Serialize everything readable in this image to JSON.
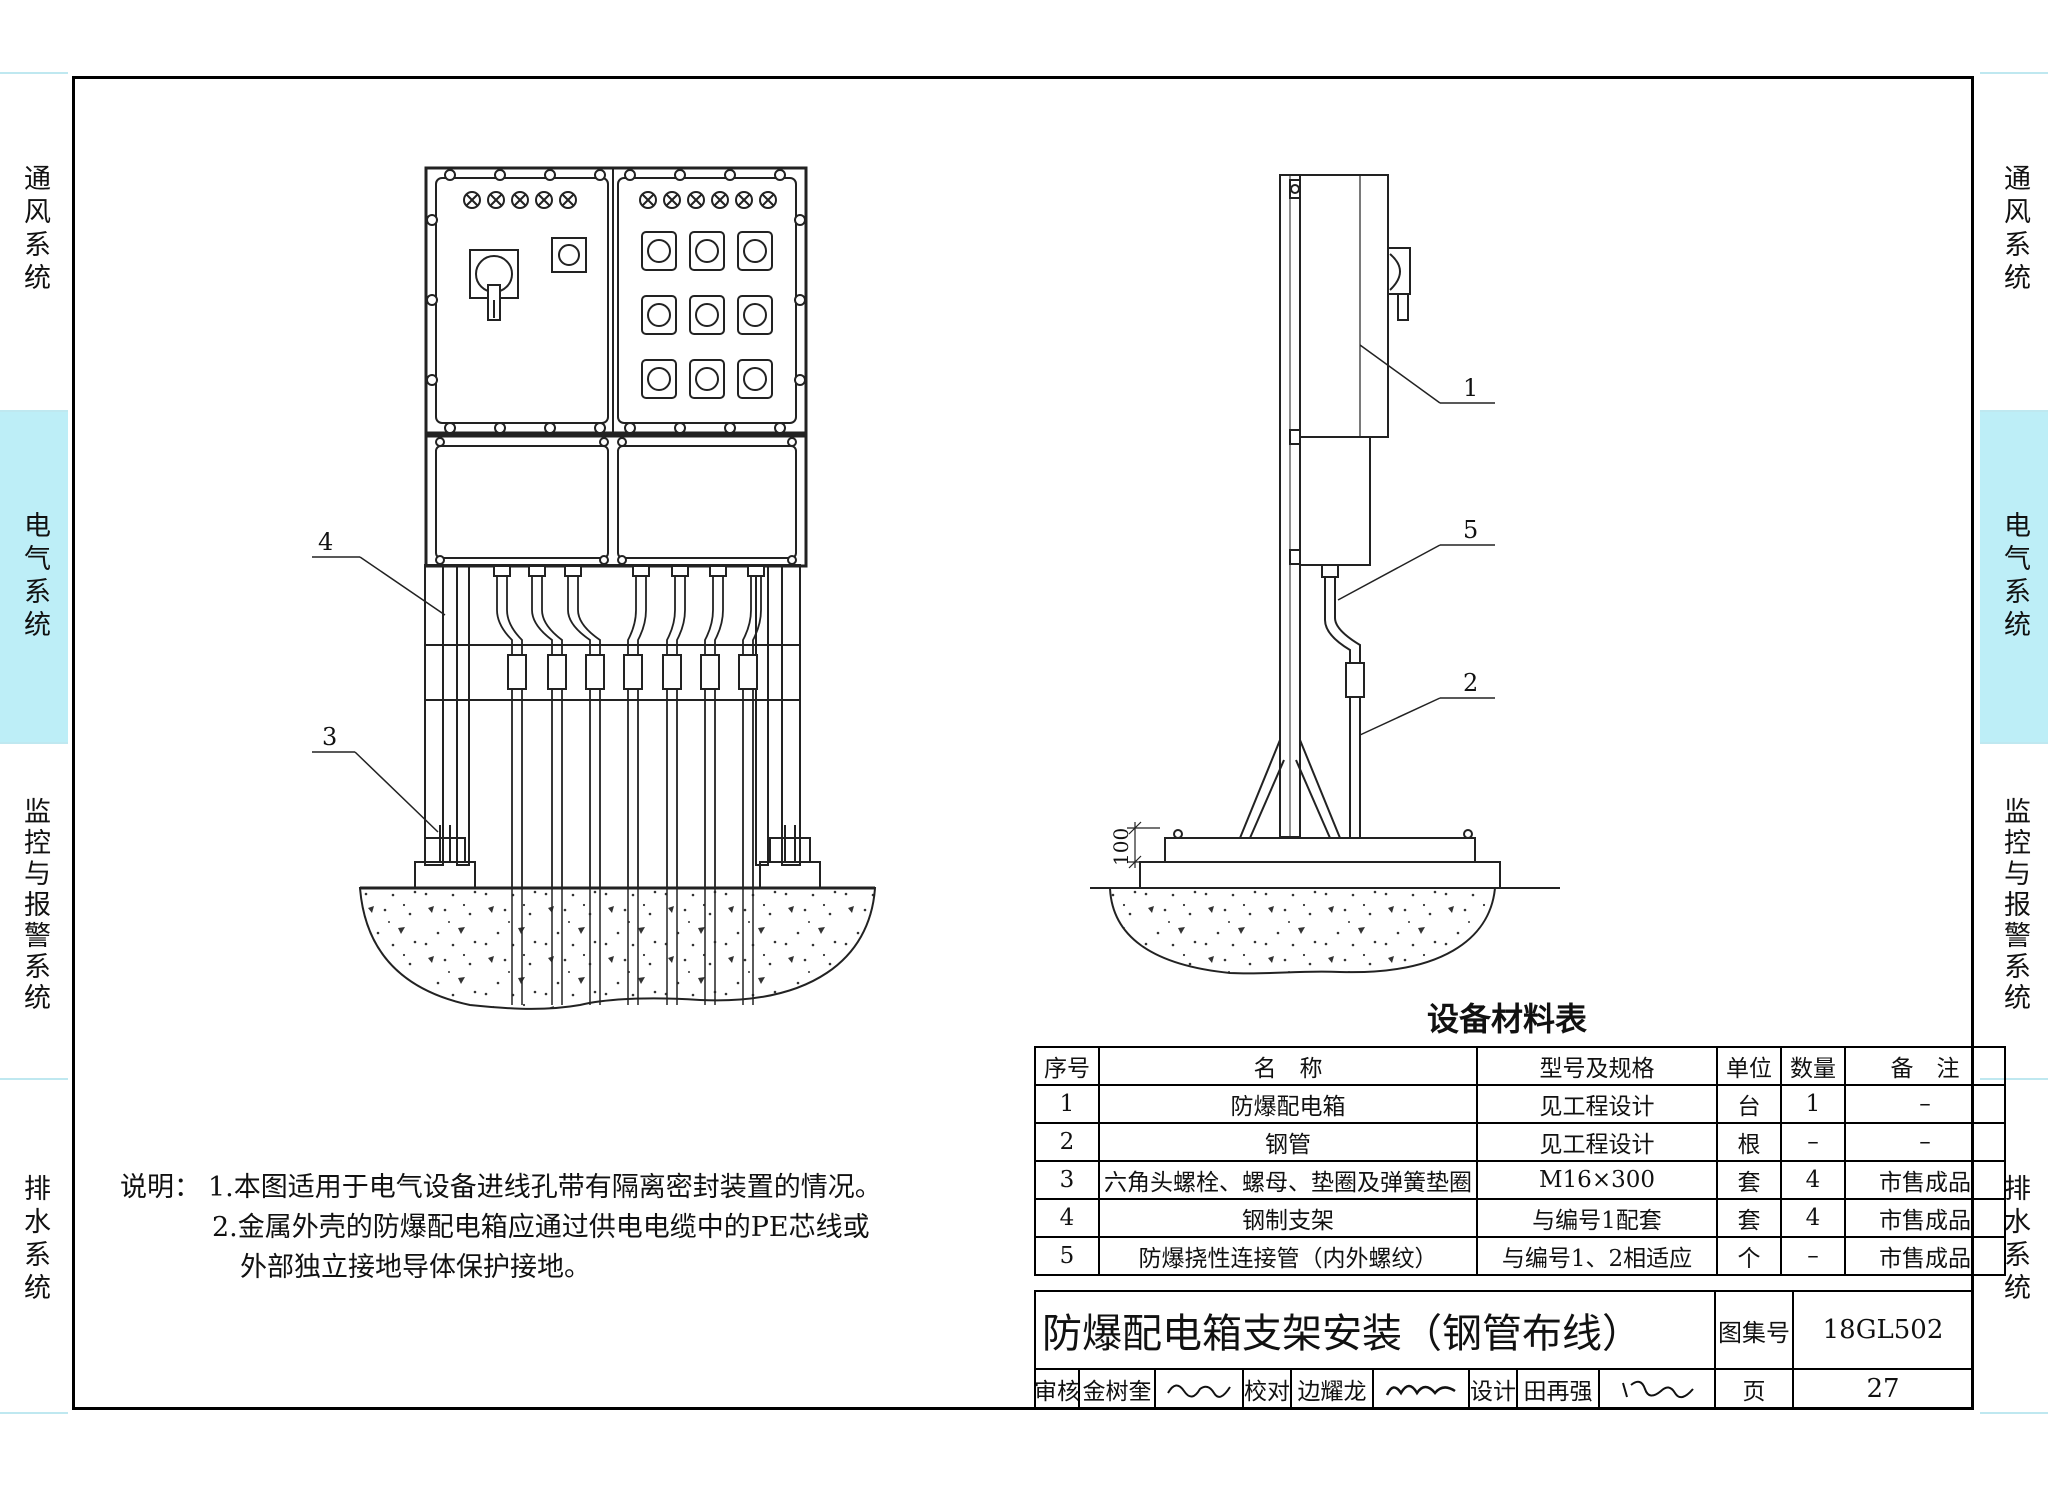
{
  "side_tabs": {
    "items": [
      {
        "label": "通风系统"
      },
      {
        "label": "电气系统"
      },
      {
        "label": "监控与报警系统"
      },
      {
        "label": "排水系统"
      }
    ],
    "active_index": 1,
    "active_color": "#bdeef7"
  },
  "callouts": {
    "front": [
      "4",
      "3"
    ],
    "side": [
      "1",
      "5",
      "2"
    ],
    "dimension": "100"
  },
  "notes": {
    "prefix": "说明：",
    "line1": "1.本图适用于电气设备进线孔带有隔离密封装置的情况。",
    "line2": "2.金属外壳的防爆配电箱应通过供电电缆中的PE芯线或",
    "line3": "外部独立接地导体保护接地。"
  },
  "materials": {
    "title": "设备材料表",
    "headers": [
      "序号",
      "名　称",
      "型号及规格",
      "单位",
      "数量",
      "备　注"
    ],
    "rows": [
      [
        "1",
        "防爆配电箱",
        "见工程设计",
        "台",
        "1",
        "–"
      ],
      [
        "2",
        "钢管",
        "见工程设计",
        "根",
        "–",
        "–"
      ],
      [
        "3",
        "六角头螺栓、螺母、垫圈及弹簧垫圈",
        "M16×300",
        "套",
        "4",
        "市售成品"
      ],
      [
        "4",
        "钢制支架",
        "与编号1配套",
        "套",
        "4",
        "市售成品"
      ],
      [
        "5",
        "防爆挠性连接管（内外螺纹）",
        "与编号1、2相适应",
        "个",
        "–",
        "市售成品"
      ]
    ]
  },
  "title_block": {
    "drawing_title": "防爆配电箱支架安装（钢管布线）",
    "atlas_label": "图集号",
    "atlas_no": "18GL502",
    "review_label": "审核",
    "reviewer": "金树奎",
    "check_label": "校对",
    "checker": "边耀龙",
    "design_label": "设计",
    "designer": "田再强",
    "page_label": "页",
    "page_no": "27"
  }
}
